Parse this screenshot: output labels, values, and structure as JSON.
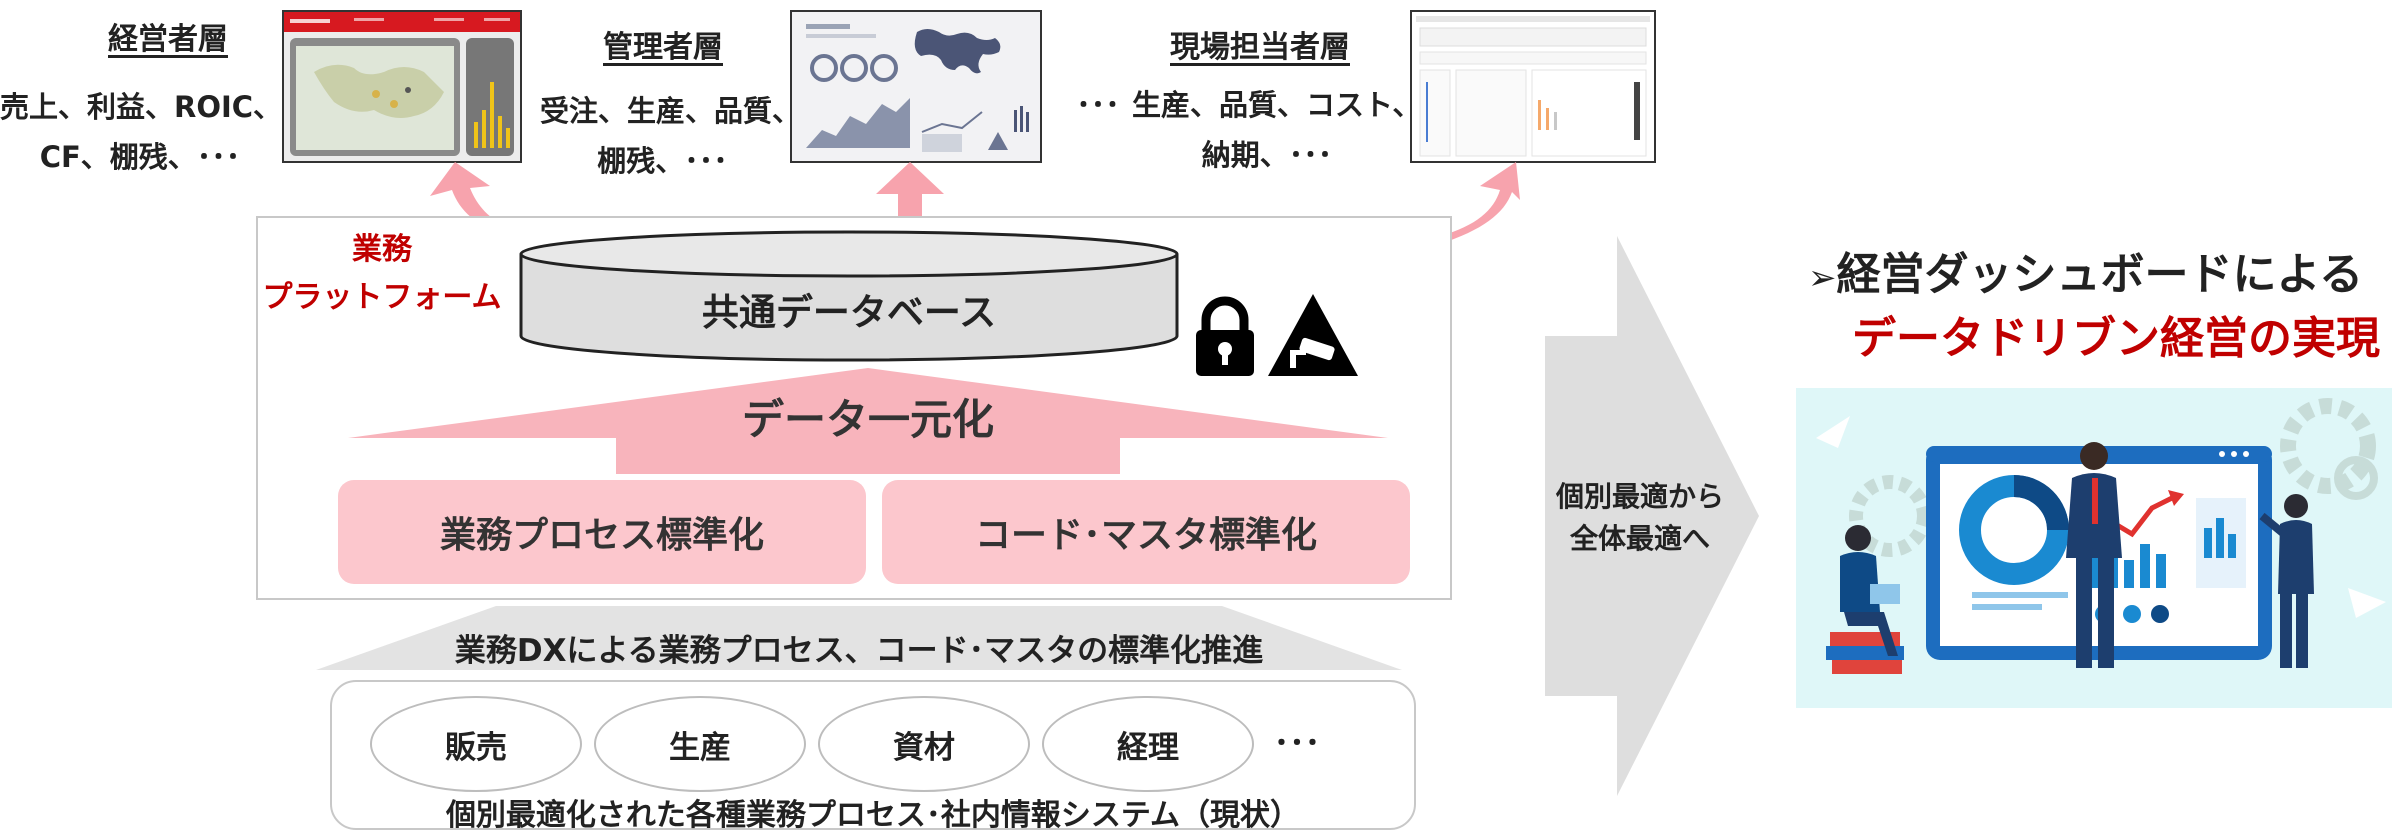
{
  "tiers": [
    {
      "title": "経営者層",
      "desc_line1": "売上、利益、ROIC、",
      "desc_line2": "CF、棚残、･･･"
    },
    {
      "title": "管理者層",
      "desc_line1": "受注、生産、品質、",
      "desc_line2": "棚残、･･･"
    },
    {
      "title": "現場担当者層",
      "desc_prefix": "･･･",
      "desc_line1": "生産、品質、コスト、",
      "desc_line2": "納期、･･･"
    }
  ],
  "platform": {
    "label_line1": "業務",
    "label_line2": "プラットフォーム",
    "database": "共通データベース",
    "unification": "データ一元化",
    "process_std": "業務プロセス標準化",
    "code_std": "コード･マスタ標準化"
  },
  "bottom": {
    "promotion": "業務DXによる業務プロセス、コード･マスタの標準化推進",
    "systems": [
      "販売",
      "生産",
      "資材",
      "経理"
    ],
    "systems_more": "･･･",
    "caption": "個別最適化された各種業務プロセス･社内情報システム（現状）"
  },
  "transition": {
    "line1": "個別最適から",
    "line2": "全体最適へ"
  },
  "goal": {
    "bullet": "➢",
    "line1": "経営ダッシュボードによる",
    "line2": "データドリブン経営の実現"
  },
  "icons": [
    "lock-icon",
    "surveillance-camera-icon"
  ],
  "colors": {
    "pink": "#fcc7cd",
    "arrow_pink": "#f7a3ad",
    "red": "#c00000",
    "gray_arrow": "#dedede"
  }
}
